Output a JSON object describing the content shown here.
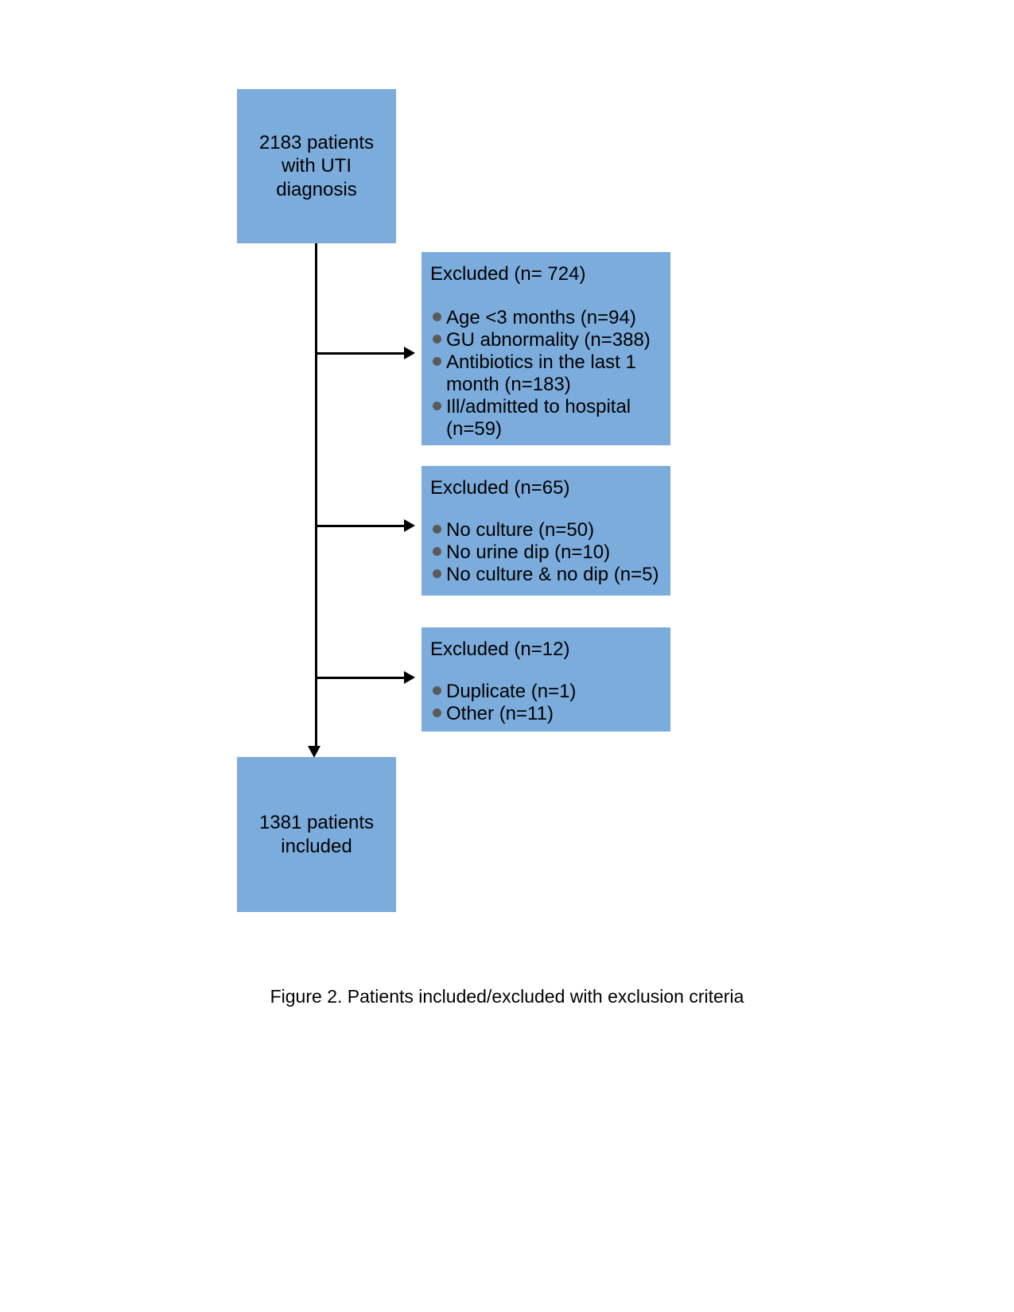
{
  "figure": {
    "caption": "Figure 2. Patients included/excluded with exclusion criteria",
    "box_color": "#7BACDC",
    "bullet_color": "#5A5A5A",
    "connector_color": "#000000"
  },
  "flow": {
    "start_node": {
      "text": "2183 patients\nwith UTI\ndiagnosis",
      "count": 2183
    },
    "end_node": {
      "text": "1381 patients\nincluded",
      "count": 1381
    },
    "exclusions": [
      {
        "title": "Excluded (n= 724)",
        "total": 724,
        "reasons": [
          "Age <3 months (n=94)",
          "GU abnormality (n=388)",
          "Antibiotics in the last 1 month (n=183)",
          "Ill/admitted to hospital (n=59)"
        ]
      },
      {
        "title": "Excluded (n=65)",
        "total": 65,
        "reasons": [
          "No culture (n=50)",
          "No urine dip (n=10)",
          "No culture & no dip (n=5)"
        ]
      },
      {
        "title": "Excluded (n=12)",
        "total": 12,
        "reasons": [
          "Duplicate (n=1)",
          "Other (n=11)"
        ]
      }
    ]
  },
  "chart_data": {
    "type": "diagram",
    "title": "Figure 2. Patients included/excluded with exclusion criteria",
    "nodes": [
      {
        "id": "start",
        "label": "2183 patients with UTI diagnosis",
        "value": 2183
      },
      {
        "id": "excluded_1",
        "label": "Excluded (n= 724)",
        "value": 724
      },
      {
        "id": "excluded_2",
        "label": "Excluded (n=65)",
        "value": 65
      },
      {
        "id": "excluded_3",
        "label": "Excluded (n=12)",
        "value": 12
      },
      {
        "id": "included",
        "label": "1381 patients included",
        "value": 1381
      }
    ],
    "edges": [
      {
        "from": "start",
        "to": "excluded_1"
      },
      {
        "from": "start",
        "to": "excluded_2"
      },
      {
        "from": "start",
        "to": "excluded_3"
      },
      {
        "from": "start",
        "to": "included"
      }
    ],
    "breakdown": {
      "excluded_1": [
        {
          "reason": "Age <3 months",
          "n": 94
        },
        {
          "reason": "GU abnormality",
          "n": 388
        },
        {
          "reason": "Antibiotics in the last 1 month",
          "n": 183
        },
        {
          "reason": "Ill/admitted to hospital",
          "n": 59
        }
      ],
      "excluded_2": [
        {
          "reason": "No culture",
          "n": 50
        },
        {
          "reason": "No urine dip",
          "n": 10
        },
        {
          "reason": "No culture & no dip",
          "n": 5
        }
      ],
      "excluded_3": [
        {
          "reason": "Duplicate",
          "n": 1
        },
        {
          "reason": "Other",
          "n": 11
        }
      ]
    }
  }
}
